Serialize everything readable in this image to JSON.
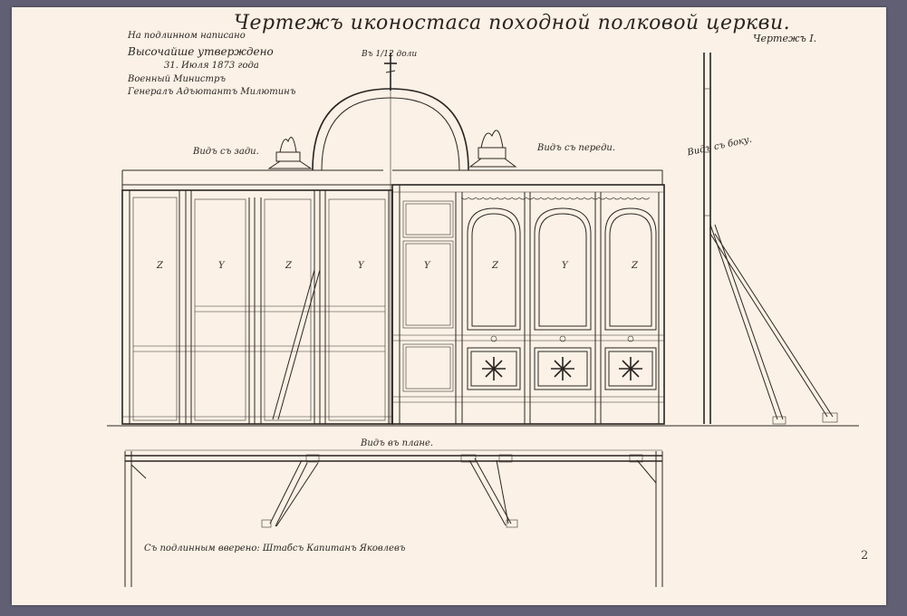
{
  "title": "Чертежъ иконостаса походной полковой церкви.",
  "sheet_number": "Чертежъ I.",
  "approval_notes": {
    "line1": "На подлинном написано",
    "line2": "Высочайше утверждено",
    "line3": "31. Июля 1873 года",
    "line4": "Военный Министръ",
    "line5": "Генералъ Адъютантъ Милютинъ"
  },
  "view_labels": {
    "side": "Видъ съ зади.",
    "front": "Видъ съ переди.",
    "profile": "Видъ съ боку.",
    "plan": "Видъ въ плане."
  },
  "scale_note": "Въ 1/12 доли",
  "signature": "Съ подлинным вверено: Штабсъ Капитанъ Яковлевъ",
  "page_number": "2",
  "panel_letters": [
    "Z",
    "Y",
    "Z",
    "Y",
    "Y",
    "Z",
    "Y",
    "Z"
  ]
}
